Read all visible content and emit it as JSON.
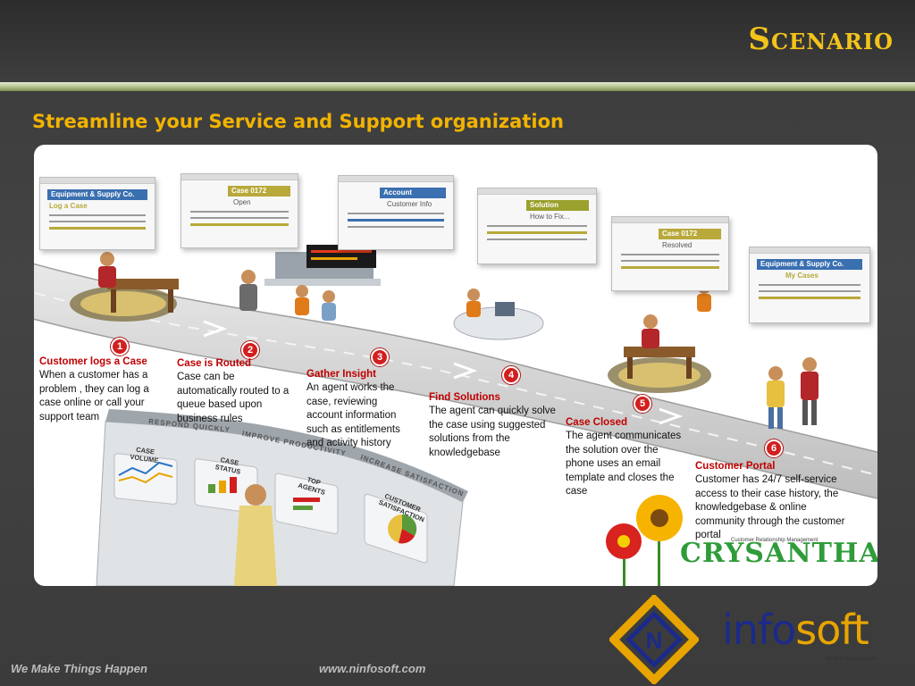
{
  "slide": {
    "title": "Scenario",
    "subtitle": "Streamline your Service and Support organization"
  },
  "windows": [
    {
      "header": "Equipment & Supply Co.",
      "subheader": "Log a Case",
      "color": "#3a6fb0"
    },
    {
      "header": "Case 0172",
      "subheader": "Open",
      "color": "#b8a93a"
    },
    {
      "header": "Account",
      "subheader": "Customer Info",
      "color": "#3a6fb0"
    },
    {
      "header": "Solution",
      "subheader": "How to Fix...",
      "color": "#9aa12c"
    },
    {
      "header": "Case 0172",
      "subheader": "Resolved",
      "color": "#b8a93a"
    },
    {
      "header": "Equipment & Supply Co.",
      "subheader": "My Cases",
      "color": "#3a6fb0"
    }
  ],
  "steps": [
    {
      "num": "1",
      "title": "Customer logs a Case",
      "desc": "When a customer has a problem , they can log a case online or call your support team"
    },
    {
      "num": "2",
      "title": "Case is Routed",
      "desc": "Case can be automatically routed to a queue based upon business rules"
    },
    {
      "num": "3",
      "title": "Gather Insight",
      "desc": "An agent works the case, reviewing account information such as entitlements and activity history"
    },
    {
      "num": "4",
      "title": "Find Solutions",
      "desc": "The agent  can quickly solve the case  using suggested solutions from the knowledgebase"
    },
    {
      "num": "5",
      "title": "Case Closed",
      "desc": "The agent communicates the solution over the phone uses an email template and closes the case"
    },
    {
      "num": "6",
      "title": "Customer Portal",
      "desc": "Customer  has 24/7 self-service access to their case history, the knowledgebase & online community through the customer portal"
    }
  ],
  "dashboard": {
    "banners": [
      "RESPOND QUICKLY",
      "IMPROVE PRODUCTIVITY",
      "INCREASE SATISFACTION"
    ],
    "cards": [
      "CASE VOLUME",
      "CASE STATUS",
      "TOP AGENTS",
      "CUSTOMER SATISFACTION"
    ]
  },
  "brand": {
    "name": "CRYSANTHAM",
    "tagline": "Customer Relationship Management"
  },
  "footer": {
    "slogan": "We Make Things Happen",
    "url": "www.ninfosoft.com",
    "logo_mark": "N",
    "logo_primary": "info",
    "logo_secondary": "soft",
    "logo_tagline": "We Make Things Happen"
  },
  "colors": {
    "title": "#f3c31a",
    "subtitle": "#f2b300",
    "step_title": "#c00000",
    "badge": "#d11f1f",
    "logo_blue": "#1b2a8a",
    "logo_gold": "#e8a400"
  }
}
